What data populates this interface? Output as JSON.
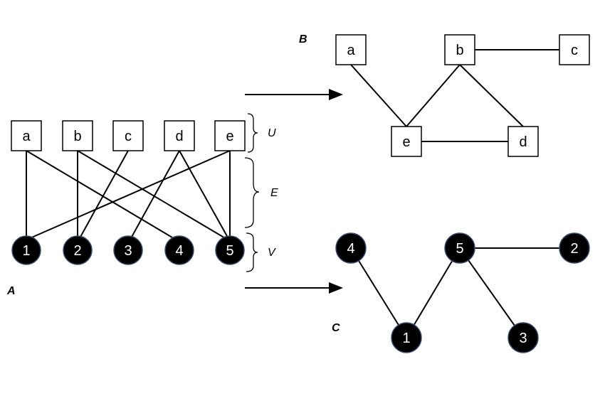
{
  "panels": {
    "A": {
      "label": "A",
      "u_nodes": [
        "a",
        "b",
        "c",
        "d",
        "e"
      ],
      "v_nodes": [
        "1",
        "2",
        "3",
        "4",
        "5"
      ],
      "edges": [
        [
          "a",
          "1"
        ],
        [
          "a",
          "4"
        ],
        [
          "b",
          "2"
        ],
        [
          "b",
          "5"
        ],
        [
          "c",
          "2"
        ],
        [
          "d",
          "3"
        ],
        [
          "d",
          "5"
        ],
        [
          "e",
          "1"
        ],
        [
          "e",
          "5"
        ]
      ],
      "set_labels": {
        "U": "U",
        "E": "E",
        "V": "V"
      }
    },
    "B": {
      "label": "B",
      "nodes": [
        "a",
        "b",
        "c",
        "e",
        "d"
      ],
      "edges": [
        [
          "a",
          "e"
        ],
        [
          "b",
          "e"
        ],
        [
          "b",
          "c"
        ],
        [
          "b",
          "d"
        ],
        [
          "e",
          "d"
        ]
      ]
    },
    "C": {
      "label": "C",
      "nodes": [
        "4",
        "5",
        "2",
        "1",
        "3"
      ],
      "edges": [
        [
          "4",
          "1"
        ],
        [
          "1",
          "5"
        ],
        [
          "5",
          "2"
        ],
        [
          "5",
          "3"
        ]
      ]
    }
  },
  "colors": {
    "square_fill": "#ffffff",
    "circle_fill": "#000000",
    "circle_text": "#ffffff",
    "line": "#000000",
    "circle_stroke": "#3a4a6a"
  }
}
